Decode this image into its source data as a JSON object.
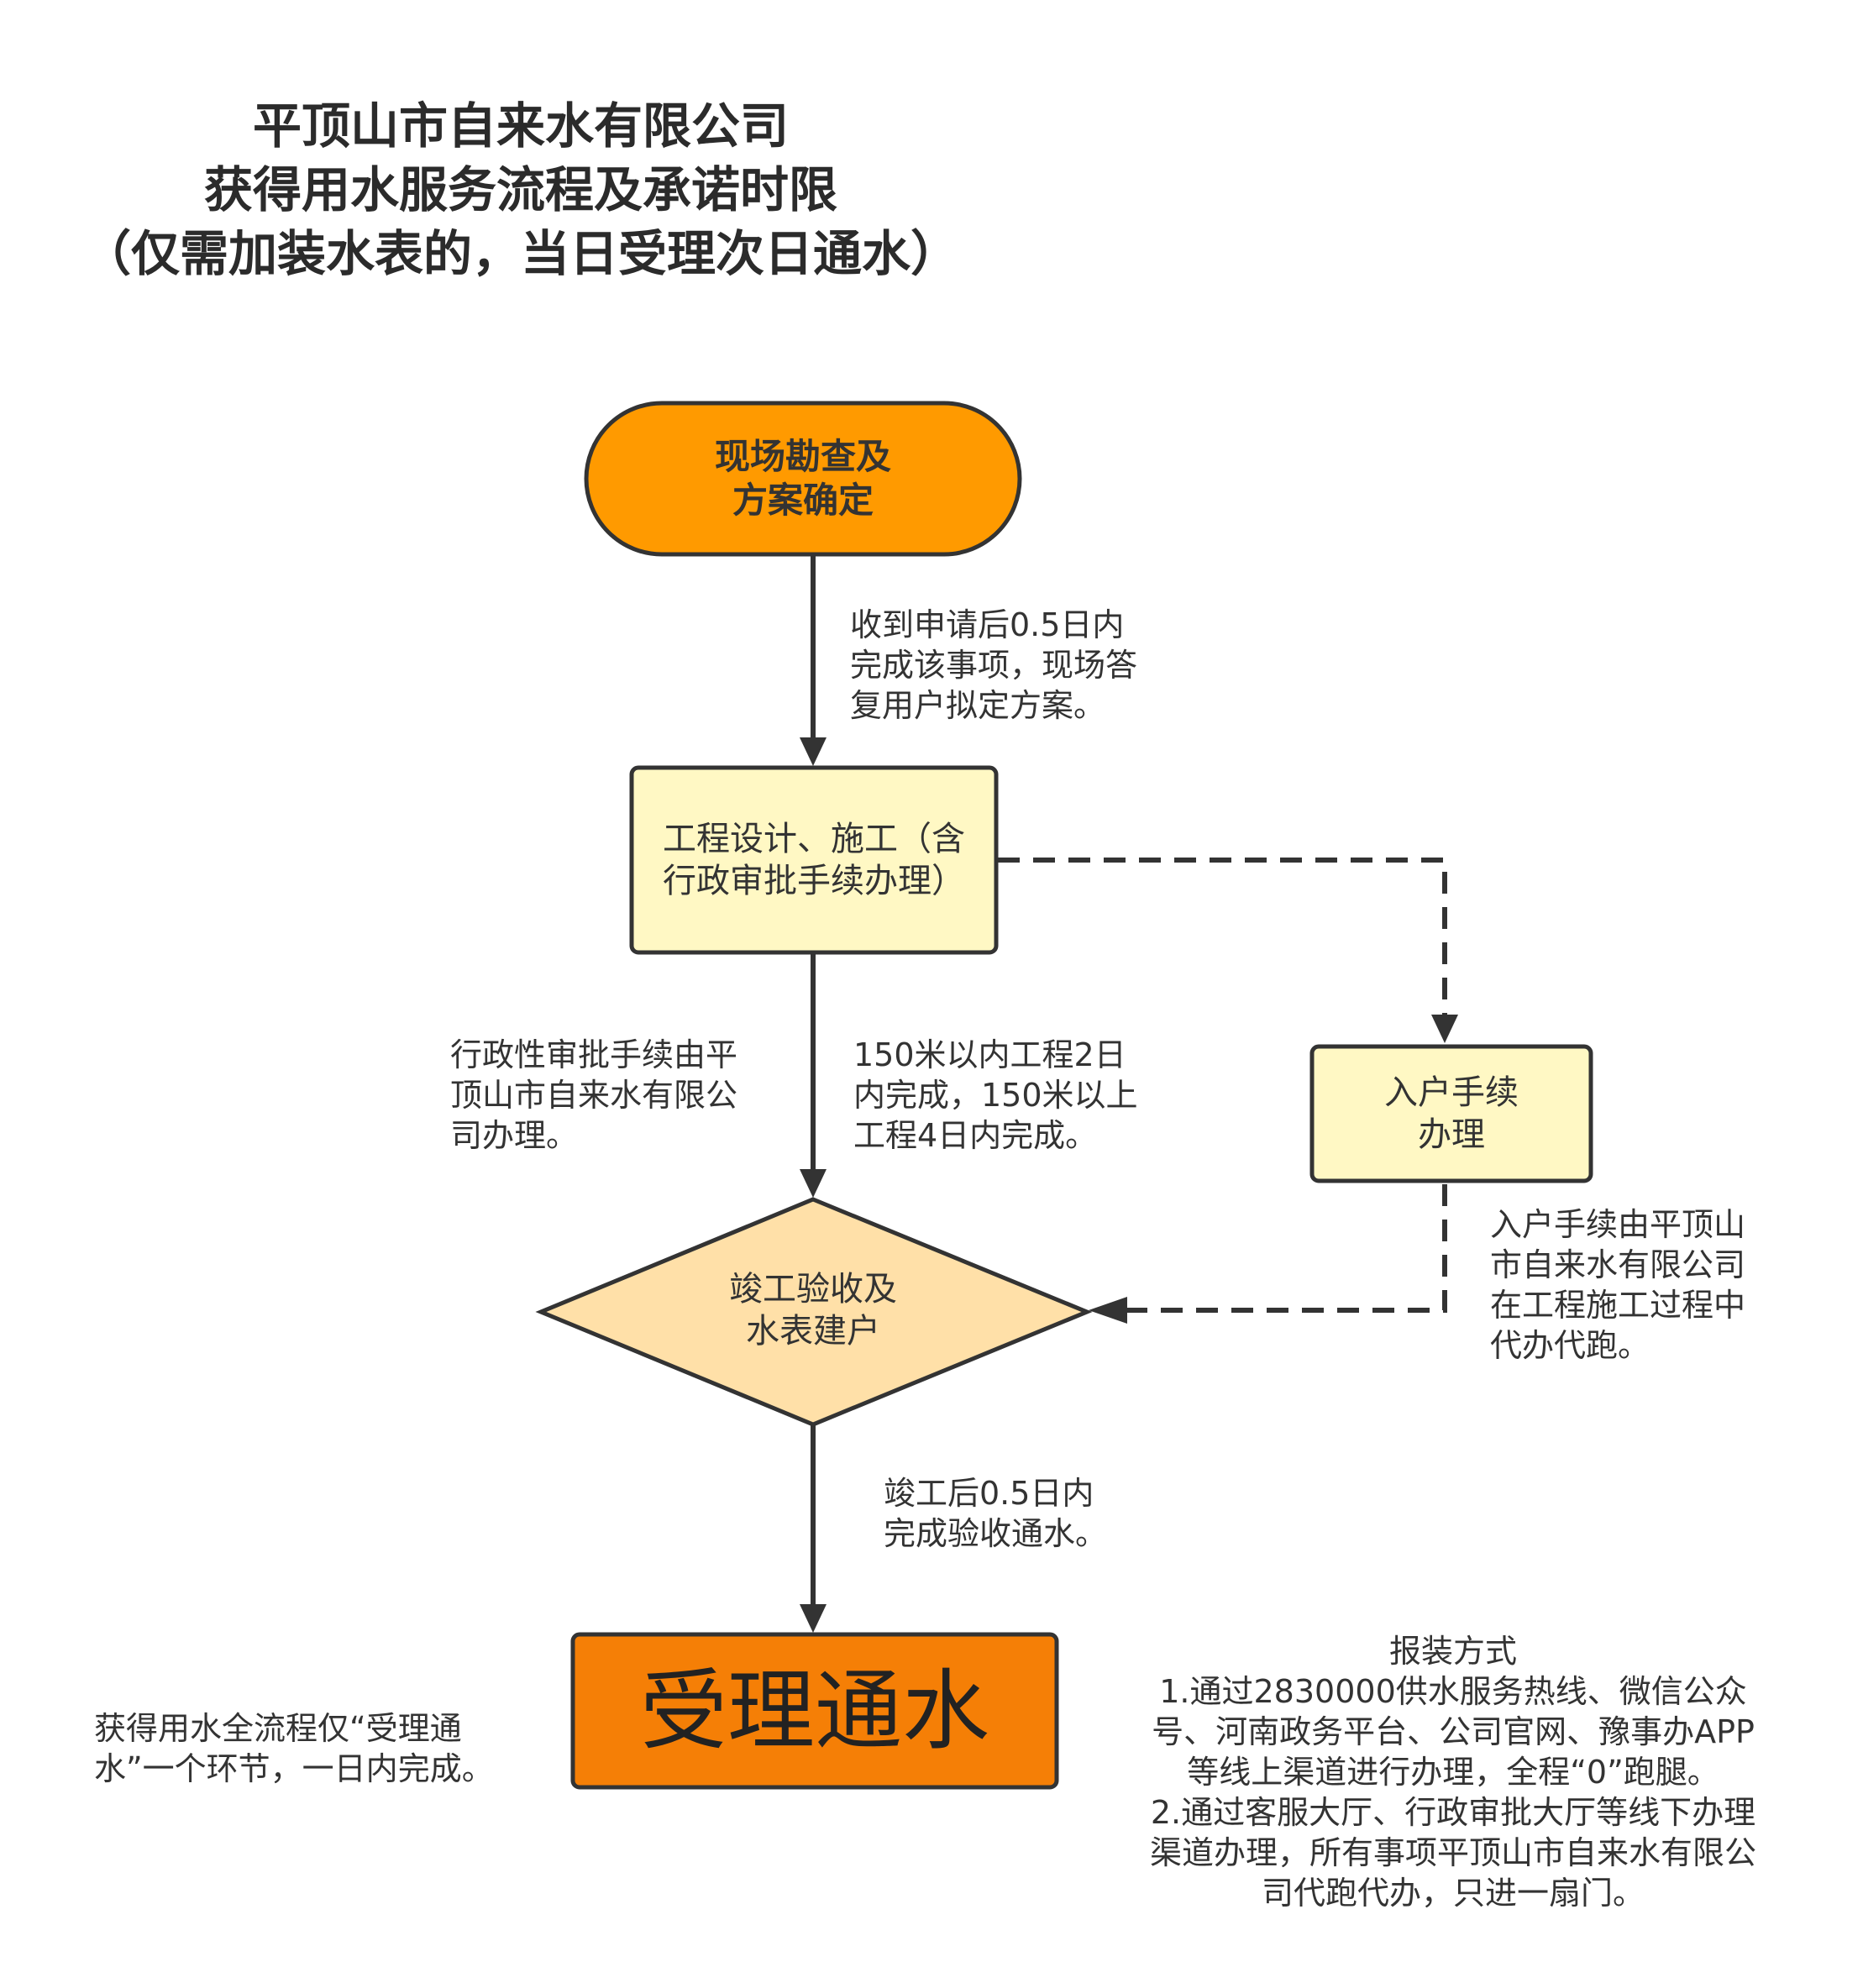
{
  "title": {
    "line1": "平顶山市自来水有限公司",
    "line2": "获得用水服务流程及承诺时限",
    "line3": "（仅需加装水表的，当日受理次日通水）"
  },
  "nodes": {
    "survey": {
      "line1": "现场勘查及",
      "line2": "方案确定"
    },
    "design": {
      "line1": "工程设计、施工（含",
      "line2": "行政审批手续办理）"
    },
    "household": {
      "line1": "入户手续",
      "line2": "办理"
    },
    "acceptance": {
      "line1": "竣工验收及",
      "line2": "水表建户"
    },
    "accept_water": {
      "label": "受理通水"
    }
  },
  "notes": {
    "survey_time": [
      "收到申请后0.5日内",
      "完成该事项，现场答",
      "复用户拟定方案。"
    ],
    "admin_approval": [
      "行政性审批手续由平",
      "顶山市自来水有限公",
      "司办理。"
    ],
    "construction_time": [
      "150米以内工程2日",
      "内完成，150米以上",
      "工程4日内完成。"
    ],
    "household_note": [
      "入户手续由平顶山",
      "市自来水有限公司",
      "在工程施工过程中",
      "代办代跑。"
    ],
    "acceptance_time": [
      "竣工后0.5日内",
      "完成验收通水。"
    ],
    "whole_process": [
      "获得用水全流程仅“受理通",
      "水”一个环节，一日内完成。"
    ],
    "methods": {
      "title": "报装方式",
      "lines": [
        "1.通过2830000供水服务热线、微信公众",
        "号、河南政务平台、公司官网、豫事办APP",
        "等线上渠道进行办理，全程“0”跑腿。",
        " 2.通过客服大厅、行政审批大厅等线下办理",
        "渠道办理，所有事项平顶山市自来水有限公",
        "司代跑代办，只进一扇门。"
      ]
    }
  },
  "colors": {
    "start_fill": "#ff9a00",
    "process_fill": "#fff8c4",
    "decision_fill": "#ffe0a8",
    "end_fill": "#f57f06",
    "stroke": "#333333"
  }
}
